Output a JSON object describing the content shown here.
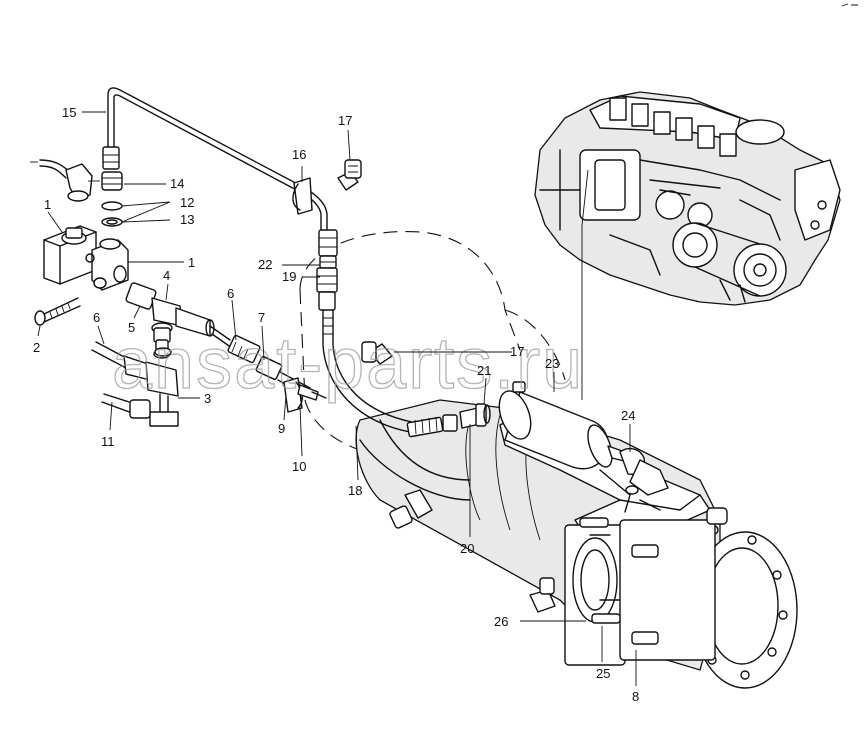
{
  "watermark": "ansat-parts.ru",
  "callouts": {
    "c1a": "1",
    "c1b": "1",
    "c2": "2",
    "c3": "3",
    "c4": "4",
    "c5": "5",
    "c6a": "6",
    "c6b": "6",
    "c7": "7",
    "c8": "8",
    "c9": "9",
    "c10": "10",
    "c11": "11",
    "c12": "12",
    "c13": "13",
    "c14": "14",
    "c15": "15",
    "c16": "16",
    "c17a": "17",
    "c17b": "17",
    "c18": "18",
    "c19": "19",
    "c20": "20",
    "c21": "21",
    "c22": "22",
    "c23": "23",
    "c24": "24",
    "c25": "25",
    "c26": "26"
  }
}
